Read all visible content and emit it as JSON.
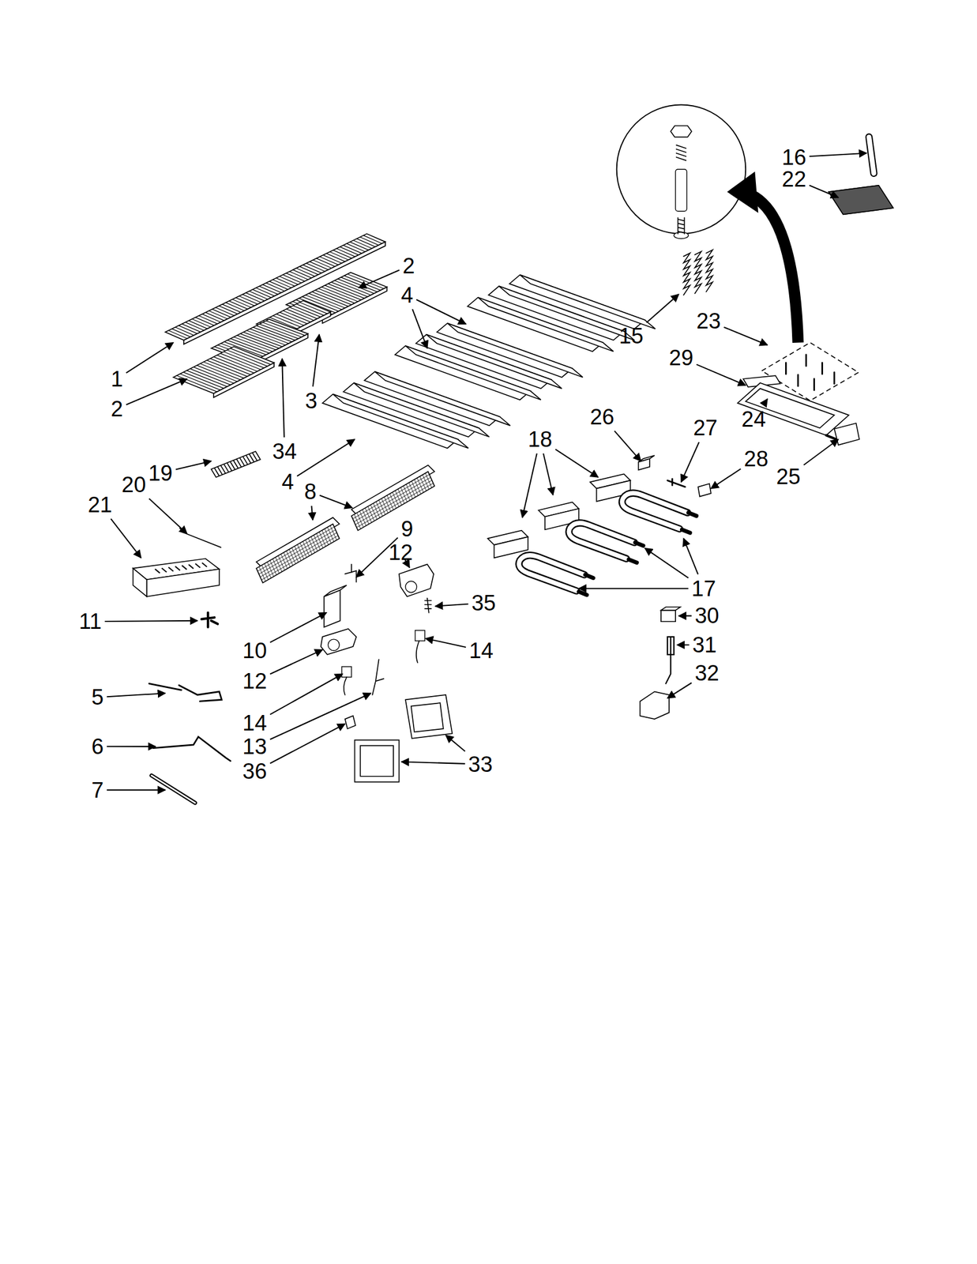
{
  "diagram": {
    "labels": [
      "16",
      "22",
      "2",
      "4",
      "23",
      "15",
      "29",
      "1",
      "3",
      "2",
      "26",
      "24",
      "27",
      "18",
      "34",
      "28",
      "19",
      "25",
      "4",
      "20",
      "8",
      "21",
      "9",
      "12",
      "17",
      "35",
      "30",
      "11",
      "31",
      "10",
      "14",
      "32",
      "12",
      "5",
      "14",
      "6",
      "13",
      "33",
      "36",
      "7"
    ]
  }
}
